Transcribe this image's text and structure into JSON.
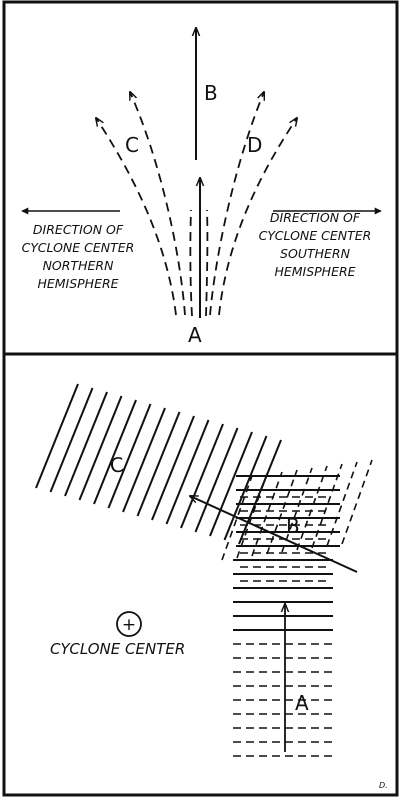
{
  "top_panel": {
    "labels": {
      "a": "A",
      "b": "B",
      "c": "C",
      "d": "D"
    },
    "northern": [
      "DIRECTION OF",
      "CYCLONE CENTER",
      "NORTHERN",
      "HEMISPHERE"
    ],
    "southern": [
      "DIRECTION OF",
      "CYCLONE CENTER",
      "SOUTHERN",
      "HEMISPHERE"
    ]
  },
  "bottom_panel": {
    "labels": {
      "a": "A",
      "b": "B",
      "c": "C"
    },
    "center_label": "CYCLONE CENTER",
    "center_symbol": "+",
    "signature": "D."
  },
  "colors": {
    "ink": "#111111",
    "paper": "#ffffff"
  }
}
